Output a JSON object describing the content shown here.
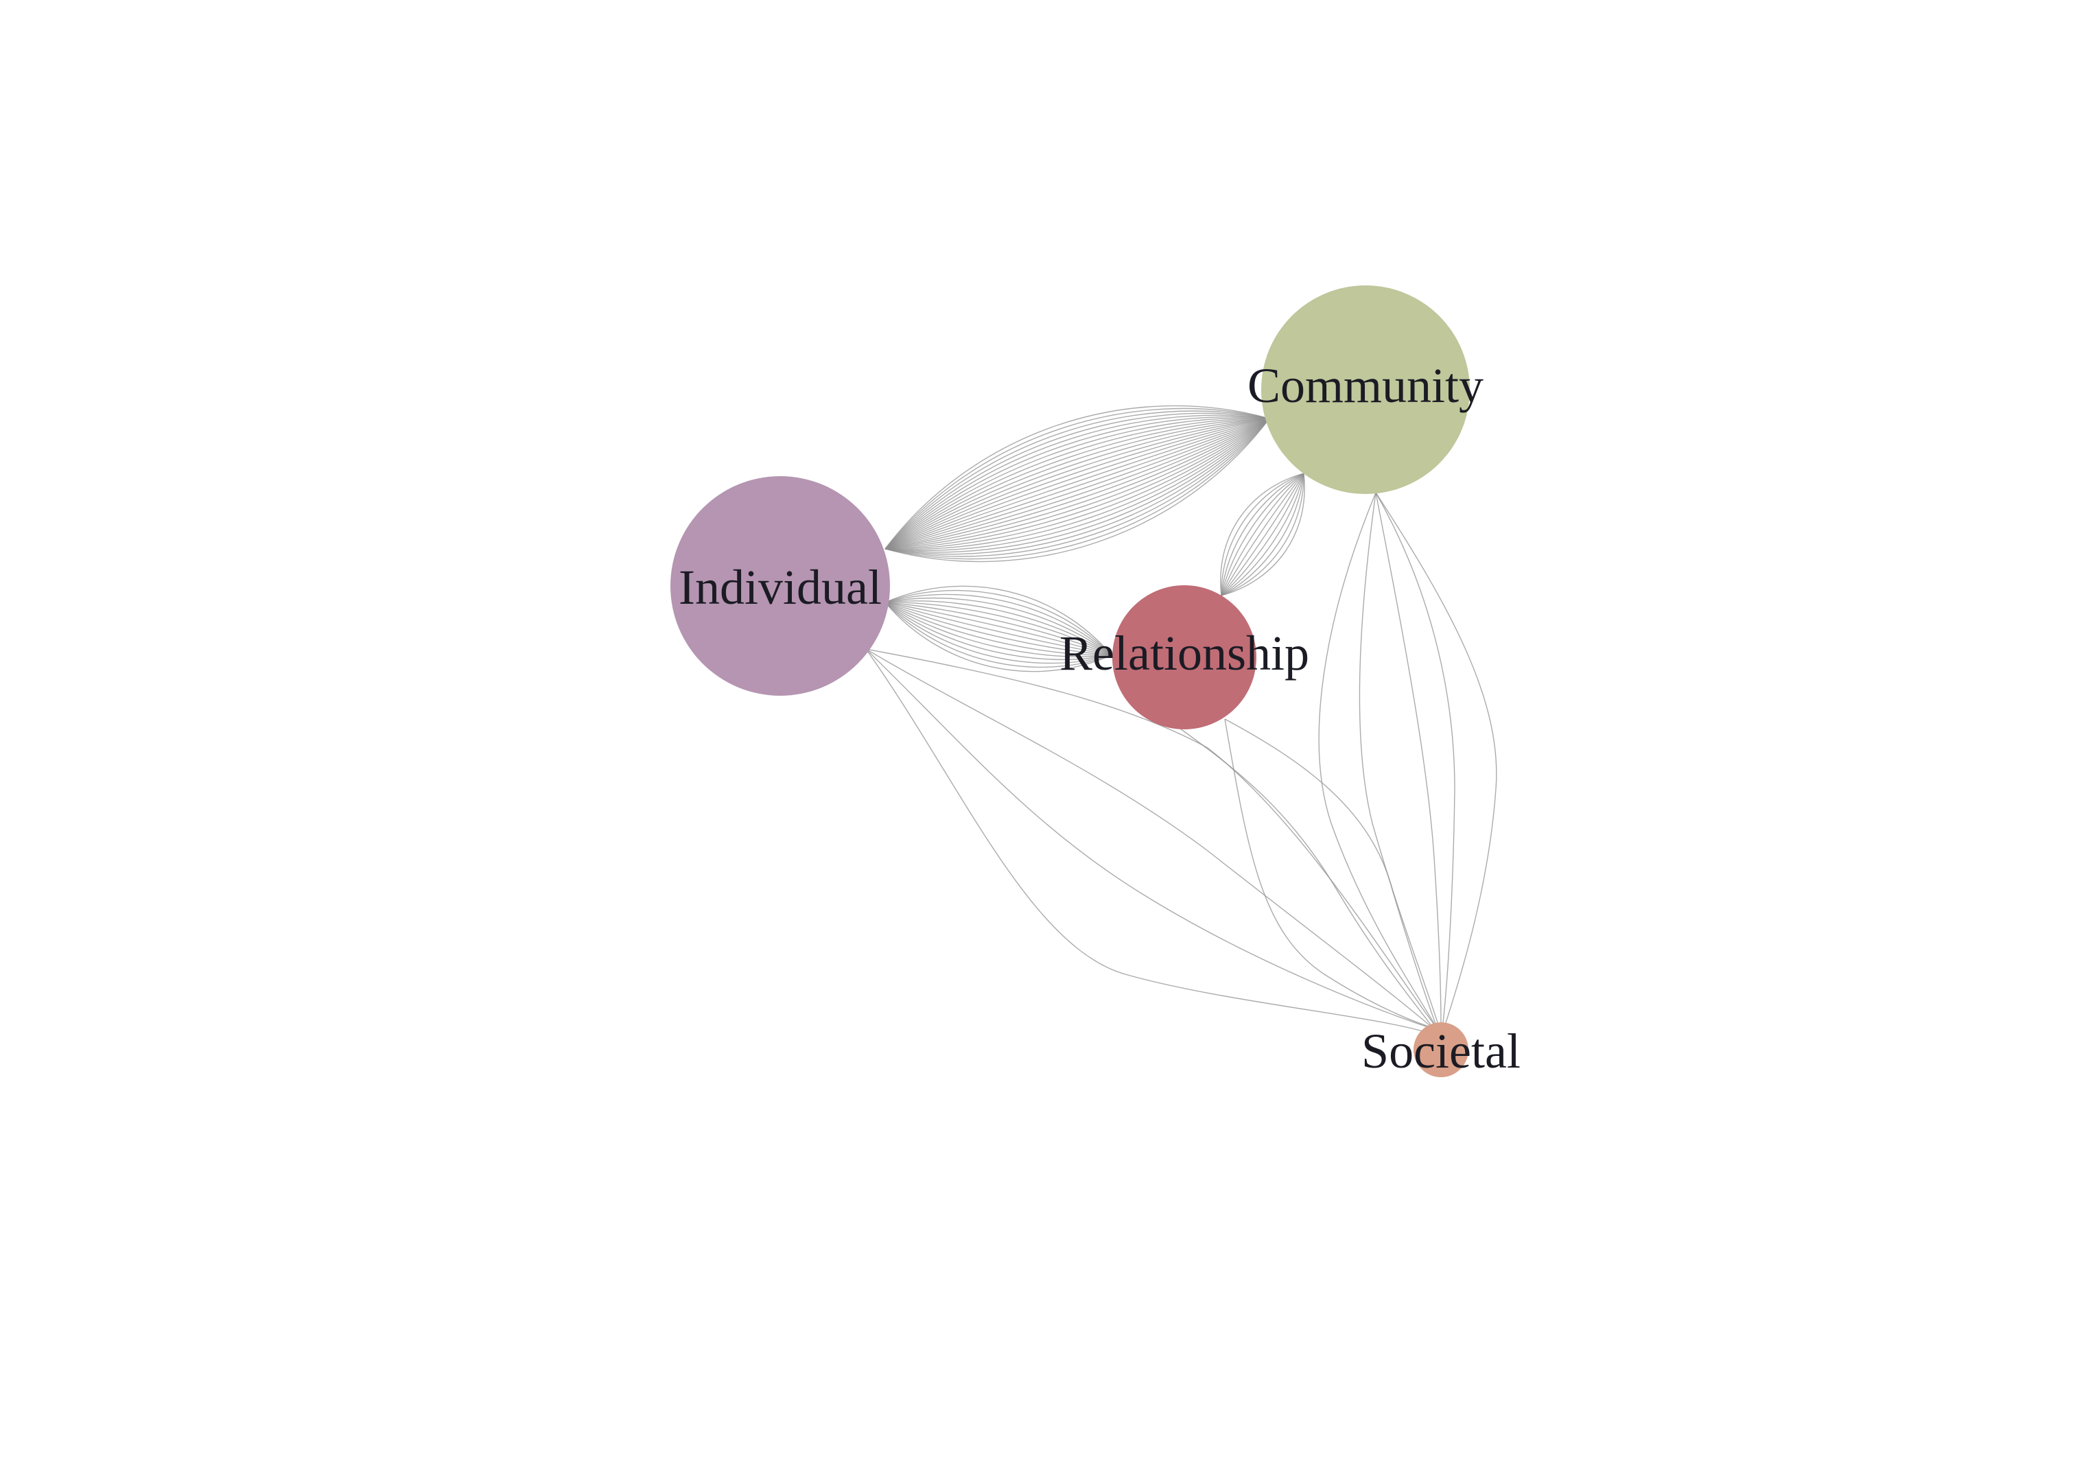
{
  "nodes": [
    {
      "id": "individual",
      "label": "Individual",
      "color": "#b595b1"
    },
    {
      "id": "community",
      "label": "Community",
      "color": "#bfc79b"
    },
    {
      "id": "relationship",
      "label": "Relationship",
      "color": "#c06d76"
    },
    {
      "id": "societal",
      "label": "Societal",
      "color": "#d99f88"
    }
  ],
  "edges": [
    {
      "from": "individual",
      "to": "community"
    },
    {
      "from": "individual",
      "to": "relationship"
    },
    {
      "from": "relationship",
      "to": "community"
    },
    {
      "from": "individual",
      "to": "societal"
    },
    {
      "from": "relationship",
      "to": "societal"
    },
    {
      "from": "community",
      "to": "societal"
    }
  ],
  "edge_color": "#8f8f8f"
}
